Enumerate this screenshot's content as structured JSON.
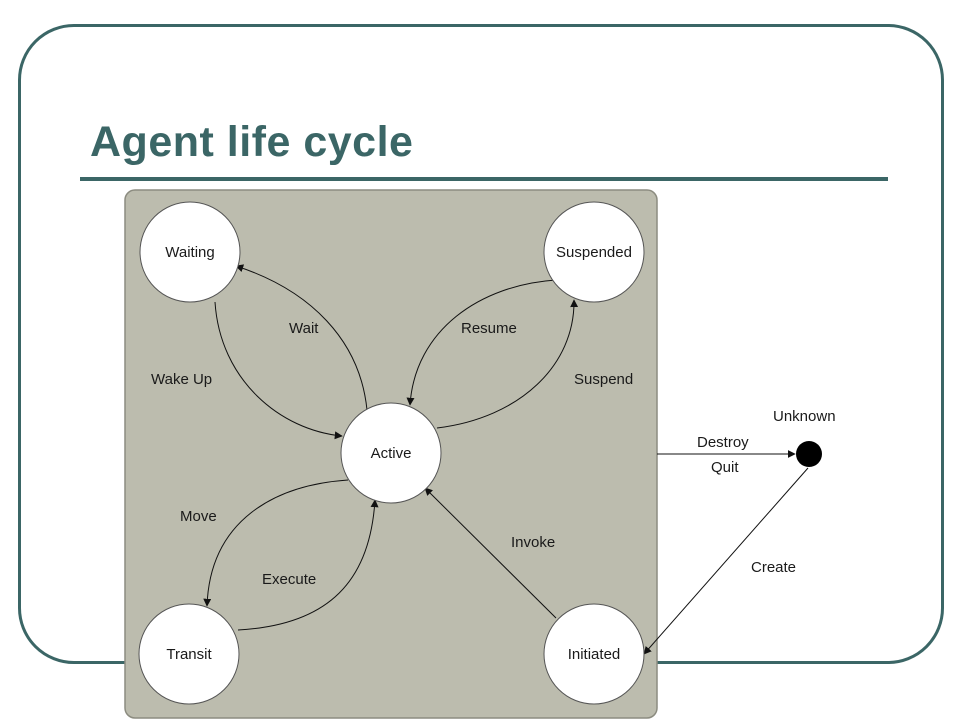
{
  "slide": {
    "title": "Agent life cycle"
  },
  "diagram": {
    "panel_color": "#bcbcae",
    "states": {
      "waiting": "Waiting",
      "suspended": "Suspended",
      "active": "Active",
      "transit": "Transit",
      "initiated": "Initiated",
      "unknown": "Unknown"
    },
    "transitions": {
      "wait": "Wait",
      "wake_up": "Wake Up",
      "resume": "Resume",
      "suspend": "Suspend",
      "move": "Move",
      "execute": "Execute",
      "invoke": "Invoke",
      "destroy": "Destroy",
      "quit": "Quit",
      "create": "Create"
    }
  }
}
